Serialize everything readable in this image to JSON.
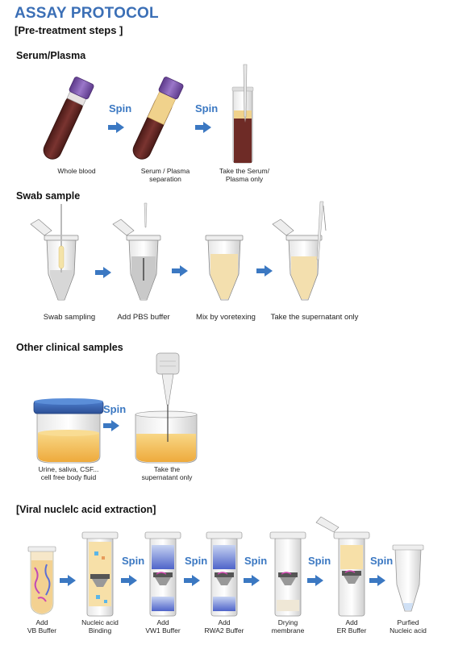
{
  "header": {
    "title": "ASSAY PROTOCOL",
    "subtitle": "[Pre-treatment steps ]"
  },
  "serum": {
    "heading": "Serum/Plasma",
    "spin": "Spin",
    "steps": [
      {
        "line1": "Whole blood",
        "line2": ""
      },
      {
        "line1": "Serum / Plasma",
        "line2": "separation"
      },
      {
        "line1": "Take the Serum/",
        "line2": "Plasma only"
      }
    ]
  },
  "swab": {
    "heading": "Swab sample",
    "steps": [
      "Swab sampling",
      "Add PBS buffer",
      "Mix by voretexing",
      "Take the supernatant only"
    ]
  },
  "other": {
    "heading": "Other clinical samples",
    "spin": "Spin",
    "steps": [
      {
        "line1": "Urine, saliva, CSF...",
        "line2": "cell free body fluid"
      },
      {
        "line1": "Take the",
        "line2": "supernatant only"
      }
    ]
  },
  "viral": {
    "heading": "[Viral nuclelc acid extraction]",
    "spin": "Spin",
    "steps": [
      {
        "line1": "Add",
        "line2": "VB Buffer"
      },
      {
        "line1": "Nucleic acid",
        "line2": "Binding"
      },
      {
        "line1": "Add",
        "line2": "VW1 Buffer"
      },
      {
        "line1": "Add",
        "line2": "RWA2 Buffer"
      },
      {
        "line1": "Drying",
        "line2": "membrane"
      },
      {
        "line1": "Add",
        "line2": "ER Buffer"
      },
      {
        "line1": "Purfied",
        "line2": "Nucleic acid"
      }
    ]
  },
  "colors": {
    "title": "#3b6fb6",
    "arrow": "#3b78c2",
    "blood": "#6e2b26",
    "serum": "#f0d28c",
    "cap": "#7b54a6",
    "lid": "#3d62b0",
    "fluid": "#f2bd57"
  }
}
